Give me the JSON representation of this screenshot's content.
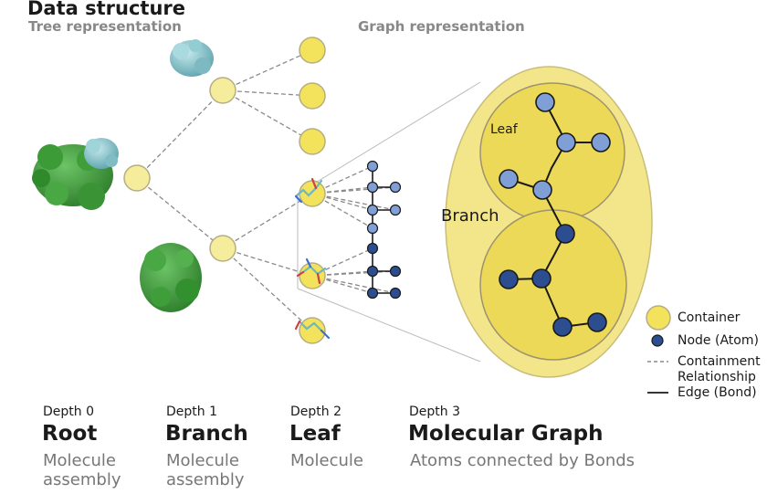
{
  "title": "Data structure",
  "subtitles": {
    "tree": "Tree representation",
    "graph": "Graph representation"
  },
  "inner_labels": {
    "leaf": "Leaf",
    "branch": "Branch"
  },
  "legend": {
    "container": "Container",
    "node": "Node (Atom)",
    "containment": "Containment",
    "relationship": "Relationship",
    "edge": "Edge (Bond)"
  },
  "columns": [
    {
      "depth": "Depth 0",
      "name": "Root",
      "desc1": "Molecule",
      "desc2": "assembly"
    },
    {
      "depth": "Depth 1",
      "name": "Branch",
      "desc1": "Molecule",
      "desc2": "assembly"
    },
    {
      "depth": "Depth 2",
      "name": "Leaf",
      "desc1": "Molecule",
      "desc2": ""
    },
    {
      "depth": "Depth 3",
      "name": "Molecular Graph",
      "desc1": "Atoms connected by Bonds",
      "desc2": ""
    }
  ],
  "colors": {
    "container_fill": "#f5ec9c",
    "container_stroke": "#b9b28a",
    "big_container": "#f0e27a",
    "inner_container": "#e8d44a",
    "node_light": "#7f9fd6",
    "node_dark": "#2c4d8f",
    "protein_green": "#3f9e3a",
    "protein_cyan": "#8cc8cf",
    "dashed_line": "#888888"
  }
}
